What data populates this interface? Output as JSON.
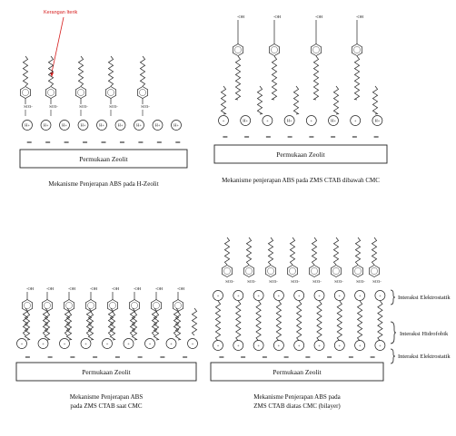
{
  "callout": "Kerangan Iterik",
  "surface_label": "Permukaan Zeolit",
  "labels": {
    "head_group": "SO3-",
    "cation": "H+",
    "oh": "-OH",
    "plus": "+",
    "minus": "-"
  },
  "panels": [
    {
      "caption": "Mekanisme Penjerapan ABS pada H-Zeolit"
    },
    {
      "caption": "Mekanisme penjerapan ABS pada ZMS CTAB dibawah CMC"
    },
    {
      "caption_line1": "Mekanisme Penjerapan ABS",
      "caption_line2": "pada ZMS CTAB saat CMC"
    },
    {
      "caption_line1": "Mekanisme Penjerapan ABS pada",
      "caption_line2": "ZMS CTAB diatas CMC (bilayer)"
    }
  ],
  "annotations": {
    "top": "Interaksi Elektrostatik",
    "middle": "Interaksi Hidrofobik",
    "bottom": "Interaksi Elektrostatik"
  },
  "colors": {
    "callout": "#d62020",
    "ink": "#222222"
  }
}
